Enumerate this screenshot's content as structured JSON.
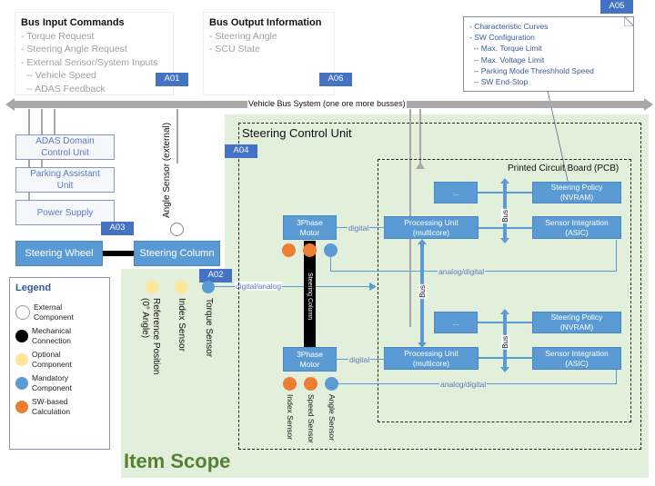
{
  "bus_input": {
    "title": "Bus Input Commands",
    "items": [
      "- Torque Request",
      "- Steering Angle Request",
      "- External Sensor/System Inputs",
      "  -- Vehicle Speed",
      "  -- ADAS Feedback"
    ],
    "tag": "A01"
  },
  "bus_output": {
    "title": "Bus Output Information",
    "items": [
      "- Steering Angle",
      "- SCU State"
    ],
    "tag": "A06"
  },
  "config_note": {
    "tag": "A05",
    "items": [
      "- Characteristic Curves",
      "- SW Configuration",
      "  -- Max. Torque Limit",
      "  -- Max. Voltage Limit",
      "  -- Parking Mode Threshhold Speed",
      "  -- SW End-Stop"
    ]
  },
  "vehicle_bus": {
    "label": "Vehicle Bus System (one ore more busses)"
  },
  "external_units": {
    "adas": "ADAS Domain Control Unit",
    "parking": "Parking Assistant Unit",
    "power": "Power Supply",
    "tag": "A03"
  },
  "mechanics": {
    "steering_wheel": "Steering Wheel",
    "steering_column": "Steering Column",
    "angle_sensor_external": "Angle Sensor (external)",
    "tag_a02": "A02"
  },
  "column_sensors": {
    "reference_position": "Reference Position (0° Angle)",
    "index_sensor": "Index Sensor",
    "torque_sensor": "Torque Sensor",
    "signal": "digital/analog"
  },
  "scu": {
    "title": "Steering Control Unit",
    "tag": "A04",
    "steering_column_label": "Steering Column",
    "motor_top": {
      "label": "3Phase Motor",
      "signal": "digital"
    },
    "motor_bottom": {
      "label": "3Phase Motor",
      "signal": "digital",
      "sensors": [
        "Index Sensor",
        "Speed Sensor",
        "Angle Sensor"
      ]
    },
    "pcb": {
      "title": "Printed Circuit Board (PCB)",
      "top": {
        "ellipsis": "...",
        "processing": "Processing Unit (multicore)",
        "policy": "Steering Policy (NVRAM)",
        "sensor_int": "Sensor Integration (ASIC)",
        "bus": "Bus",
        "signal": "analog/digital"
      },
      "bottom": {
        "ellipsis": "...",
        "processing": "Processing Unit (multicore)",
        "policy": "Steering Policy (NVRAM)",
        "sensor_int": "Sensor Integration (ASIC)",
        "bus": "Bus",
        "signal": "analog/digital"
      },
      "inter_bus": "Bus"
    }
  },
  "item_scope": {
    "label": "Item Scope"
  },
  "legend": {
    "title": "Legend",
    "items": [
      {
        "label": "External Component",
        "color": "#ffffff"
      },
      {
        "label": "Mechanical Connection",
        "color": "#000000"
      },
      {
        "label": "Optional Component",
        "color": "#ffe699"
      },
      {
        "label": "Mandatory Component",
        "color": "#5b9bd5"
      },
      {
        "label": "SW-based Calculation",
        "color": "#ed7d31"
      }
    ]
  },
  "colors": {
    "mandatory": "#5b9bd5",
    "sw_based": "#ed7d31",
    "optional": "#ffe699",
    "scope_green": "#e2efda",
    "scope_text": "#548235",
    "tag_blue": "#4472c4"
  }
}
